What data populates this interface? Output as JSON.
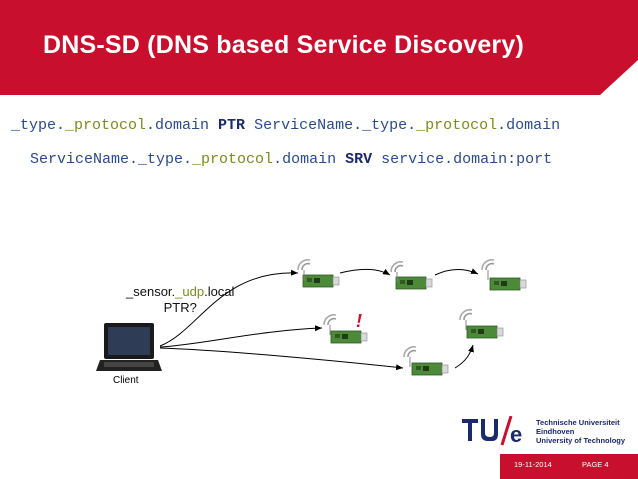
{
  "slide": {
    "title": "DNS-SD (DNS based Service Discovery)",
    "colors": {
      "accent": "#c8102e",
      "code_blue": "#2a4a8a",
      "code_green": "#7a8a1e"
    }
  },
  "records": {
    "line1": {
      "p1": "_type.",
      "p2": "_protocol",
      "p3": ".domain ",
      "kw": "PTR",
      "p4": " ServiceName.",
      "p5": "_type.",
      "p6": "_protocol",
      "p7": ".domain"
    },
    "line2": {
      "p1": "ServiceName.",
      "p2": "_type.",
      "p3": "_protocol",
      "p4": ".domain ",
      "kw": "SRV",
      "p5": " service.domain:port"
    }
  },
  "diagram": {
    "query_p1": "_sensor.",
    "query_p2": "_udp",
    "query_p3": ".local",
    "query_line2": "PTR?",
    "client_label": "Client",
    "alert": "!",
    "icons": {
      "client": "laptop-icon",
      "node": "sensor-node-icon",
      "signal": "wifi-signal-icon"
    }
  },
  "logo": {
    "text_tu": "TU/e",
    "line1": "Technische Universiteit",
    "line2": "Eindhoven",
    "line3": "University of Technology"
  },
  "footer": {
    "date": "19-11-2014",
    "page": "PAGE 4"
  }
}
